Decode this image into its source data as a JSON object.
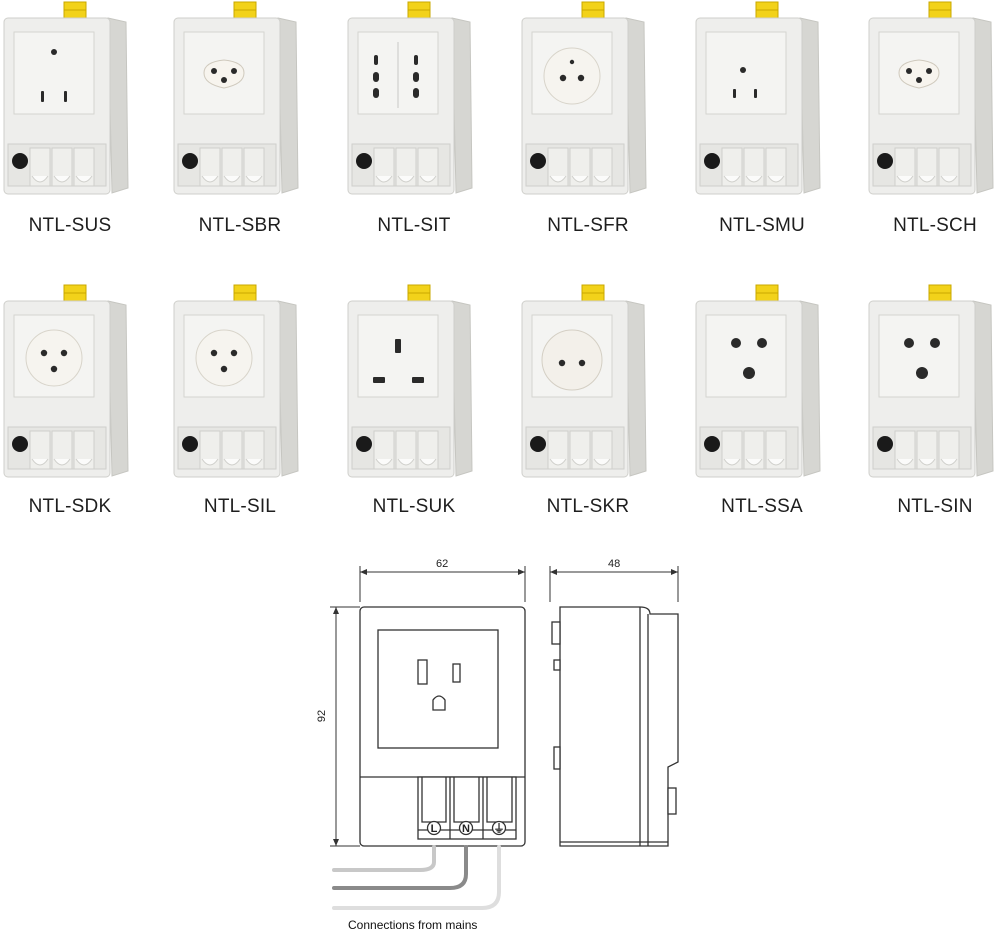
{
  "products": [
    {
      "model": "NTL-SUS",
      "socket": "us"
    },
    {
      "model": "NTL-SBR",
      "socket": "br"
    },
    {
      "model": "NTL-SIT",
      "socket": "it"
    },
    {
      "model": "NTL-SFR",
      "socket": "fr"
    },
    {
      "model": "NTL-SMU",
      "socket": "mu"
    },
    {
      "model": "NTL-SCH",
      "socket": "ch"
    },
    {
      "model": "NTL-SDK",
      "socket": "dk"
    },
    {
      "model": "NTL-SIL",
      "socket": "il"
    },
    {
      "model": "NTL-SUK",
      "socket": "uk"
    },
    {
      "model": "NTL-SKR",
      "socket": "kr"
    },
    {
      "model": "NTL-SSA",
      "socket": "sa"
    },
    {
      "model": "NTL-SIN",
      "socket": "in"
    }
  ],
  "drawing": {
    "width_dim": "62",
    "depth_dim": "48",
    "height_dim": "92",
    "caption": "Connections from mains",
    "terminals": [
      "L",
      "N",
      "⏚"
    ]
  },
  "colors": {
    "housing": "#eeeeec",
    "housing_shadow": "#d6d6d2",
    "clip": "#f2d21a",
    "button": "#1a1a1a",
    "line": "#333333"
  }
}
